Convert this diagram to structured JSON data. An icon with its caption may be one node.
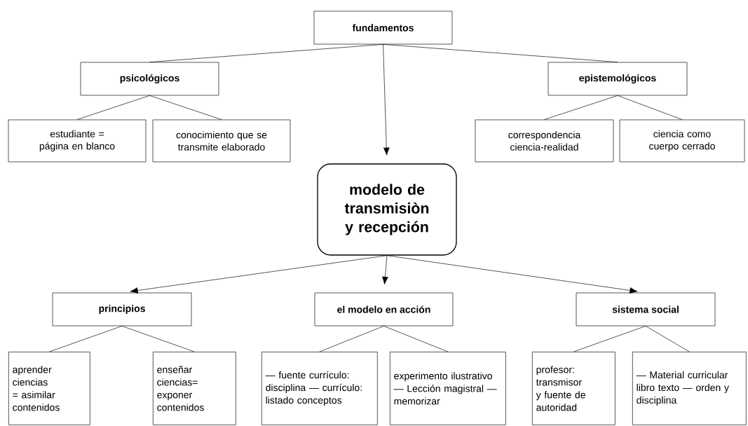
{
  "diagram": {
    "nodes": [
      {
        "text": [
          "fundamentos"
        ]
      },
      {
        "text": [
          "psicológicos"
        ]
      },
      {
        "text": [
          "epistemológicos"
        ]
      },
      {
        "text": [
          "estudiante = página en blanco"
        ]
      },
      {
        "text": [
          "conocimiento que se transmite elaborado"
        ]
      },
      {
        "text": [
          "correspondencia ciencia-realidad"
        ]
      },
      {
        "text": [
          "ciencia como cuerpo cerrado"
        ]
      },
      {
        "text": [
          "modelo de transmisiòn y recepción"
        ]
      },
      {
        "text": [
          "principios"
        ]
      },
      {
        "text": [
          "el modelo en acción"
        ]
      },
      {
        "text": [
          "sistema social"
        ]
      },
      {
        "text": [
          "aprender ciencias = asimilar contenidos"
        ]
      },
      {
        "text": [
          "enseñar ciencias= exponer contenidos"
        ]
      },
      {
        "text": [
          "— fuente currículo: disciplina — currículo: listado conceptos"
        ]
      },
      {
        "text": [
          "experimento ilustrativo — Lección magistral — memorizar"
        ]
      },
      {
        "text": [
          "profesor: transmisor y fuente de autoridad"
        ]
      },
      {
        "text": [
          "— Material curricular libro texto — orden y disciplina"
        ]
      }
    ],
    "edges": [
      {
        "from": 0,
        "to": 1,
        "arrow": "none"
      },
      {
        "from": 0,
        "to": 2,
        "arrow": "none"
      },
      {
        "from": 0,
        "to": 7,
        "arrow": "to"
      },
      {
        "from": 1,
        "to": 3,
        "arrow": "none"
      },
      {
        "from": 1,
        "to": 4,
        "arrow": "none"
      },
      {
        "from": 2,
        "to": 5,
        "arrow": "none"
      },
      {
        "from": 2,
        "to": 6,
        "arrow": "none"
      },
      {
        "from": 7,
        "to": 8,
        "arrow": "to"
      },
      {
        "from": 7,
        "to": 9,
        "arrow": "to"
      },
      {
        "from": 7,
        "to": 10,
        "arrow": "to"
      },
      {
        "from": 8,
        "to": 11,
        "arrow": "none"
      },
      {
        "from": 8,
        "to": 12,
        "arrow": "none"
      },
      {
        "from": 9,
        "to": 13,
        "arrow": "none"
      },
      {
        "from": 9,
        "to": 14,
        "arrow": "none"
      },
      {
        "from": 10,
        "to": 15,
        "arrow": "none"
      },
      {
        "from": 10,
        "to": 16,
        "arrow": "none"
      }
    ]
  }
}
